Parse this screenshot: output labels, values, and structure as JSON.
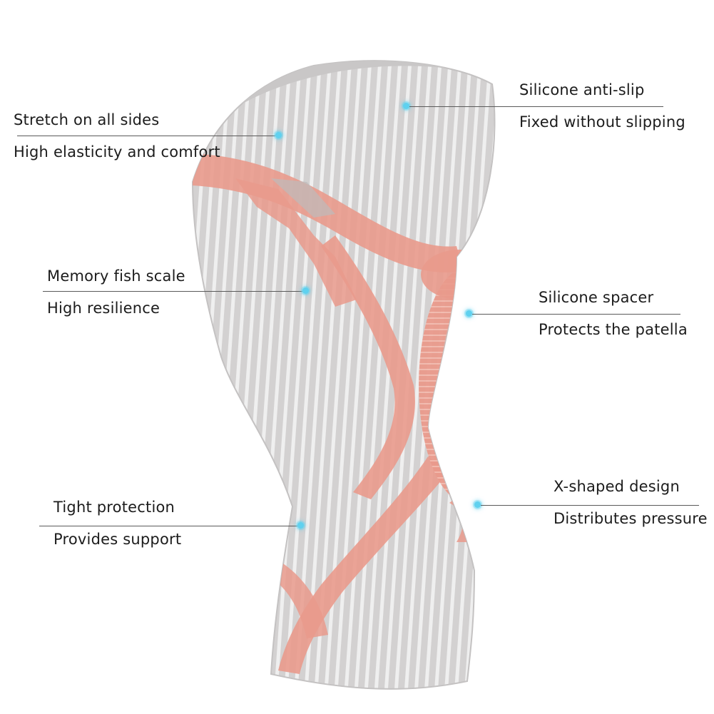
{
  "callouts": [
    {
      "key": "stretch",
      "title": "Stretch on all sides",
      "subtitle": "High elasticity and comfort"
    },
    {
      "key": "antislip",
      "title": "Silicone anti-slip",
      "subtitle": "Fixed without slipping"
    },
    {
      "key": "fishscale",
      "title": "Memory fish scale",
      "subtitle": "High resilience"
    },
    {
      "key": "spacer",
      "title": "Silicone spacer",
      "subtitle": "Protects the patella"
    },
    {
      "key": "xshape",
      "title": "X-shaped design",
      "subtitle": "Distributes pressure"
    },
    {
      "key": "tight",
      "title": "Tight protection",
      "subtitle": "Provides support"
    }
  ],
  "colors": {
    "fabric": "#d6d4d4",
    "stripe": "#eeeeee",
    "accent": "#e99a8c",
    "dot": "#5fd1ef"
  },
  "icons": {
    "marker": "dot-marker"
  }
}
